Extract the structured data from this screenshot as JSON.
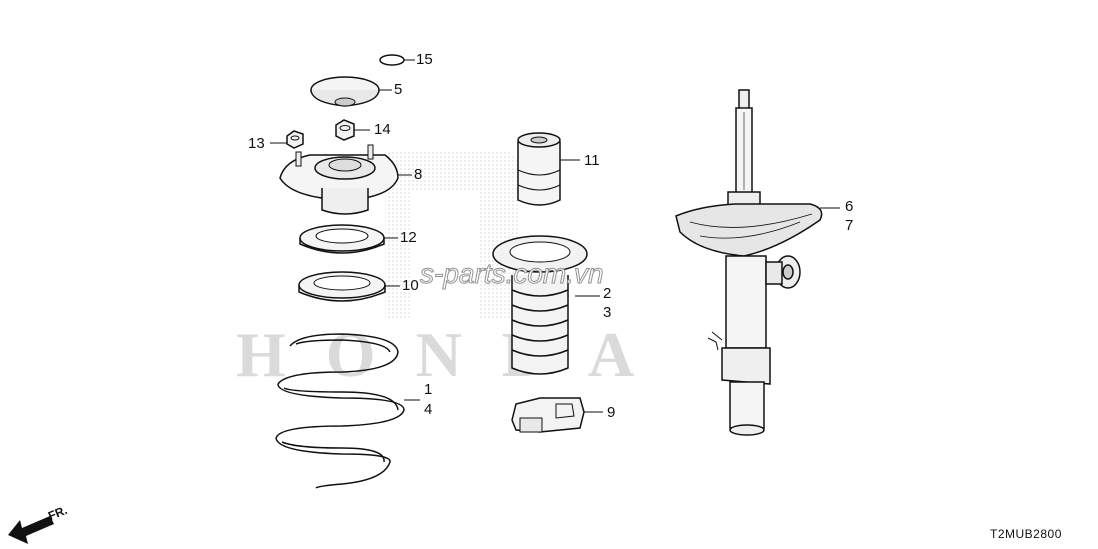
{
  "watermarks": {
    "brand": "HONDA",
    "site": "s-parts.com.vn"
  },
  "diagram_code": "T2MUB2800",
  "front_indicator": "FR.",
  "callouts": [
    "15",
    "5",
    "14",
    "13",
    "8",
    "12",
    "10",
    "1",
    "4",
    "11",
    "2",
    "3",
    "9",
    "6",
    "7"
  ],
  "colors": {
    "ink": "#111111",
    "watermark": "#999999"
  }
}
